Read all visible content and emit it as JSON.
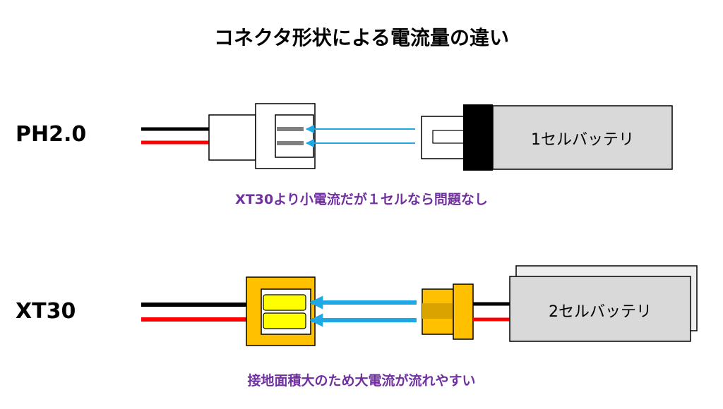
{
  "title": "コネクタ形状による電流量の違い",
  "rows": [
    {
      "label": "PH2.0",
      "battery_text": "1セルバッテリ",
      "caption": "XT30より小電流だが１セルなら問題なし"
    },
    {
      "label": "XT30",
      "battery_text": "2セルバッテリ",
      "caption": "接地面積大のため大電流が流れやすい"
    }
  ],
  "colors": {
    "wire_black": "#000000",
    "wire_red": "#ff0000",
    "arrow": "#1ea8e6",
    "caption": "#7030a0",
    "xt30_body": "#ffc000",
    "xt30_pin": "#ffff00",
    "battery": "#d9d9d9"
  }
}
